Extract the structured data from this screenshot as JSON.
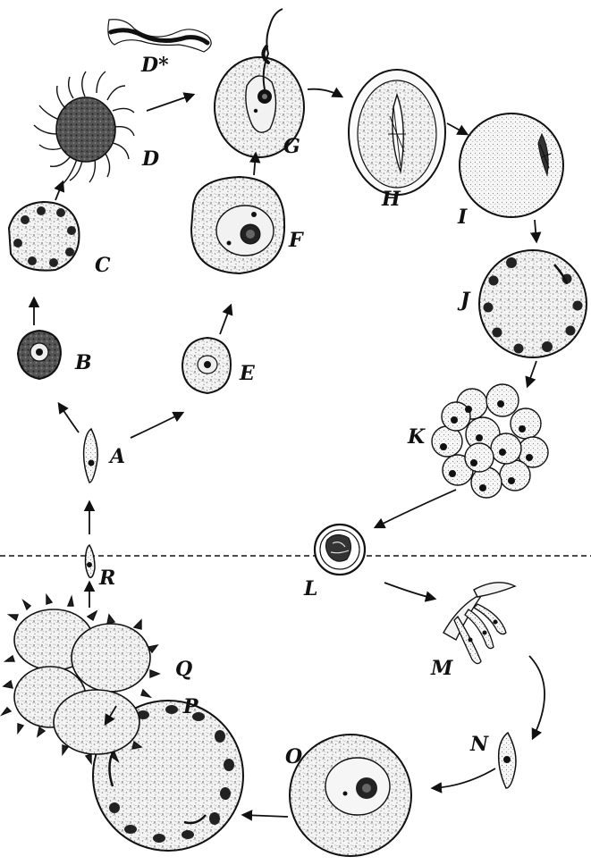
{
  "diagram": {
    "stage_labels": {
      "dstar": "D*",
      "a": "A",
      "b": "B",
      "c": "C",
      "d": "D",
      "e": "E",
      "f": "F",
      "g": "G",
      "h": "H",
      "i": "I",
      "j": "J",
      "k": "K",
      "l": "L",
      "m": "M",
      "n": "N",
      "o": "O",
      "p": "P",
      "q": "Q",
      "r": "R"
    },
    "colors": {
      "ink": "#111111",
      "cell_fill": "#f2f2f2",
      "stipple": "#8a8a8a",
      "nucleus": "#1a1a1a"
    }
  }
}
